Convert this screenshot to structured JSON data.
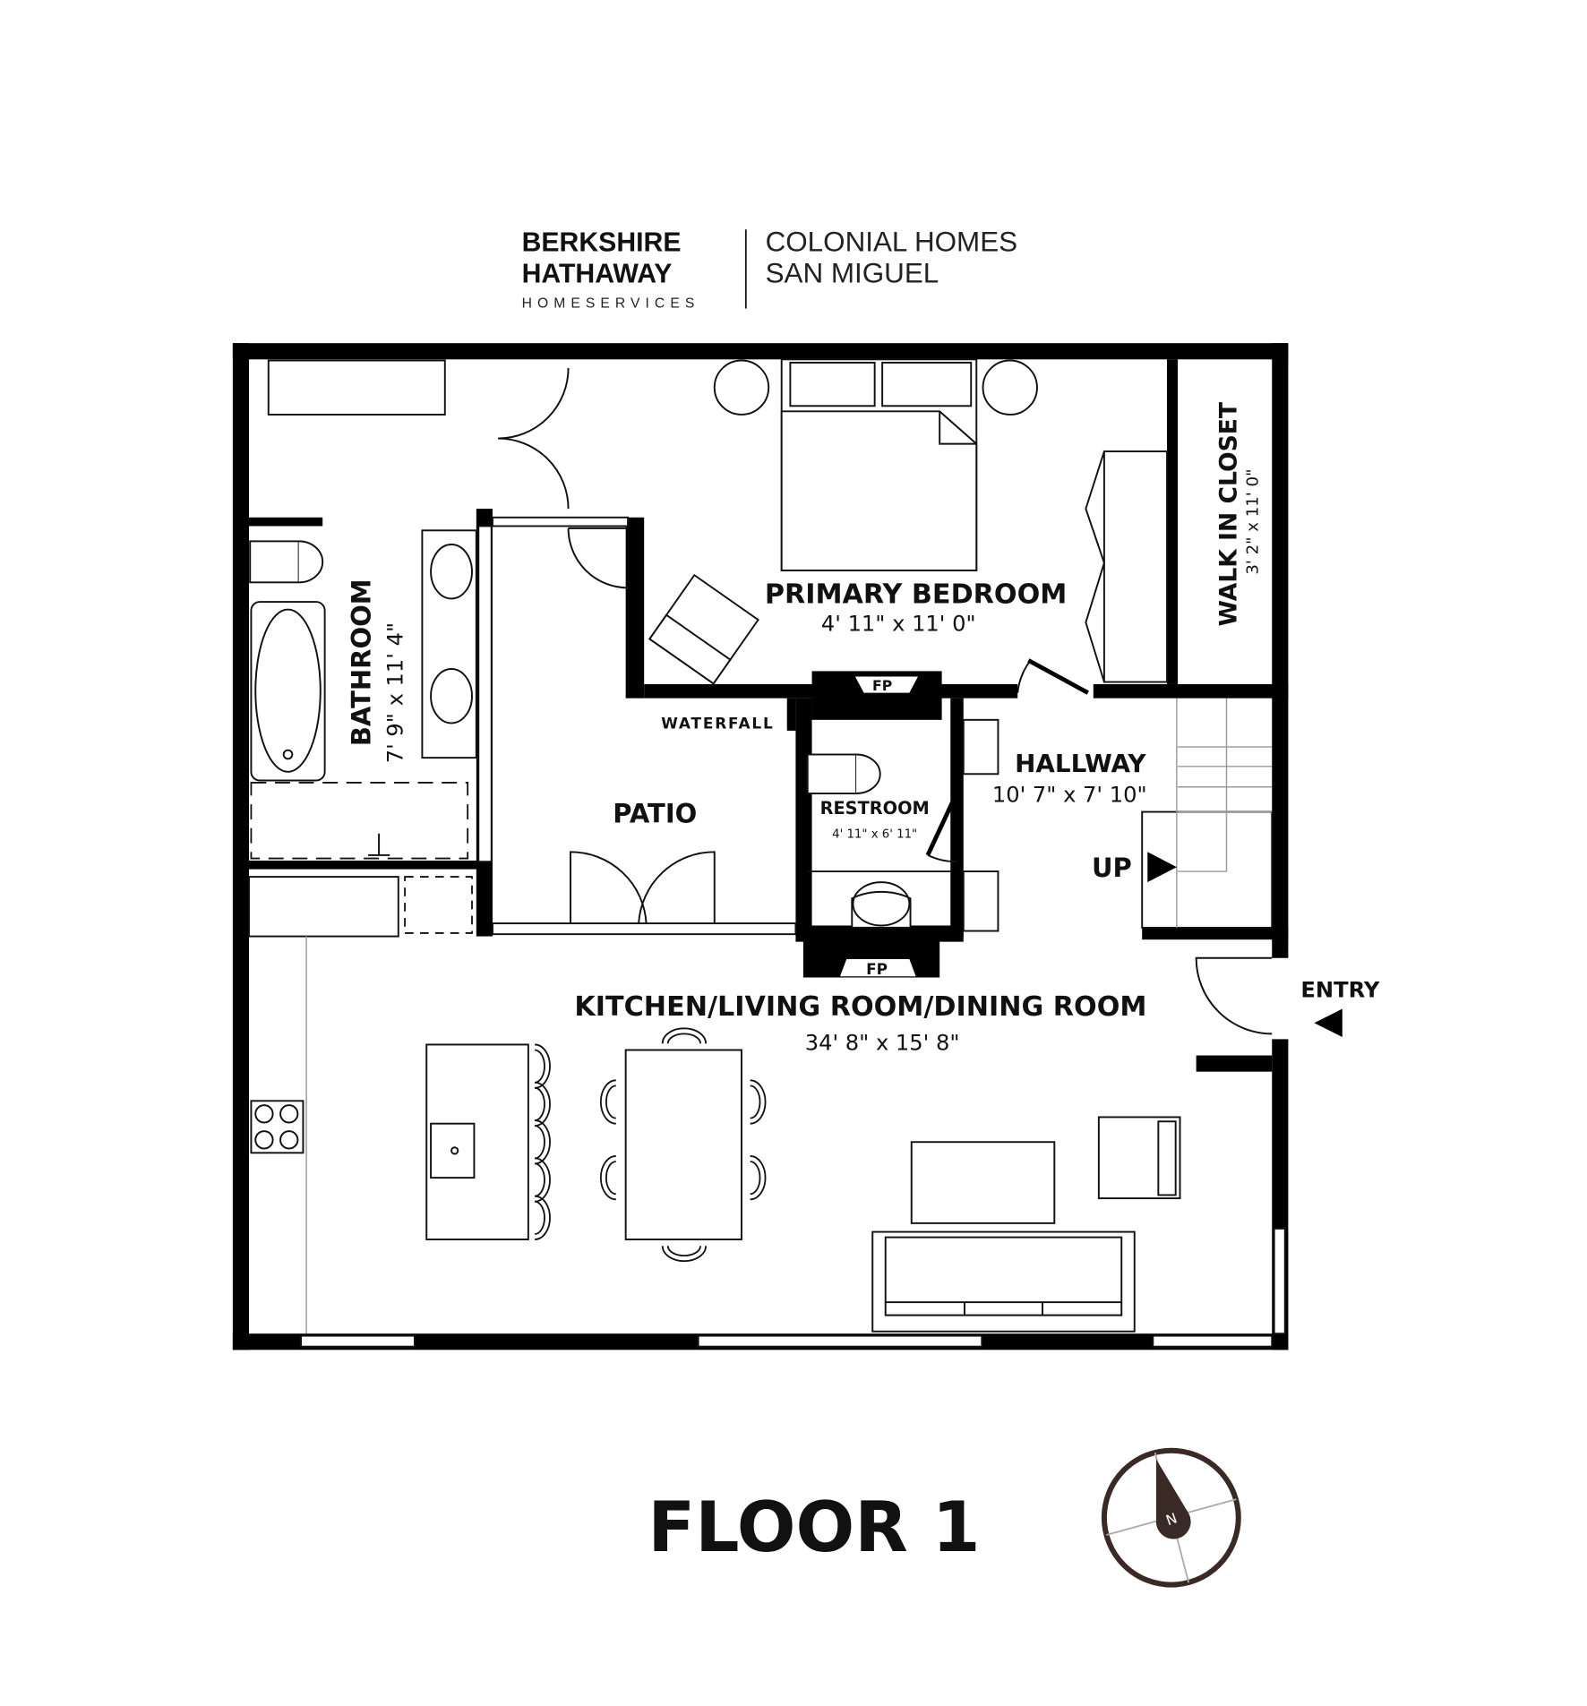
{
  "logo": {
    "line1": "BERKSHIRE",
    "line2": "HATHAWAY",
    "line3": "HOMESERVICES",
    "office_line1": "COLONIAL HOMES",
    "office_line2": "SAN MIGUEL"
  },
  "rooms": {
    "primary_bedroom": {
      "name": "PRIMARY BEDROOM",
      "dims": "4' 11\" x 11' 0\""
    },
    "bathroom": {
      "name": "BATHROOM",
      "dims": "7' 9\" x 11' 4\""
    },
    "walk_in_closet": {
      "name": "WALK IN CLOSET",
      "dims": "3' 2\" x 11' 0\""
    },
    "patio": {
      "name": "PATIO"
    },
    "restroom": {
      "name": "RESTROOM",
      "dims": "4' 11\" x 6' 11\""
    },
    "hallway": {
      "name": "HALLWAY",
      "dims": "10' 7\" x 7' 10\""
    },
    "kitchen_living_dining": {
      "name": "KITCHEN/LIVING ROOM/DINING ROOM",
      "dims": "34' 8\" x 15' 8\""
    }
  },
  "labels": {
    "waterfall": "WATERFALL",
    "fireplace": "FP",
    "stairs_up": "UP",
    "entry": "ENTRY",
    "floor_title": "FLOOR 1",
    "compass_north": "N"
  }
}
